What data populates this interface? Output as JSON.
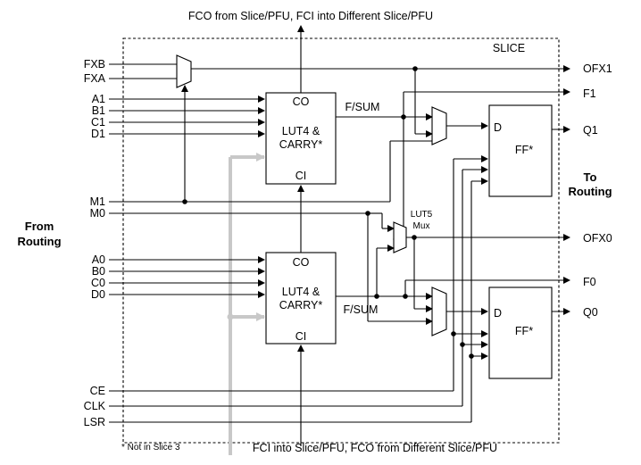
{
  "top_label": "FCO from Slice/PFU, FCI into Different Slice/PFU",
  "bottom_label": "FCI into Slice/PFU, FCO from Different Slice/PFU",
  "slice_label": "SLICE",
  "from_routing": [
    "From",
    "Routing"
  ],
  "to_routing": [
    "To",
    "Routing"
  ],
  "footnote": "* Not in Slice 3",
  "inputs": {
    "fxb": "FXB",
    "fxa": "FXA",
    "a1": "A1",
    "b1": "B1",
    "c1": "C1",
    "d1": "D1",
    "m1": "M1",
    "m0": "M0",
    "a0": "A0",
    "b0": "B0",
    "c0": "C0",
    "d0": "D0",
    "ce": "CE",
    "clk": "CLK",
    "lsr": "LSR"
  },
  "outputs": {
    "ofx1": "OFX1",
    "f1": "F1",
    "q1": "Q1",
    "ofx0": "OFX0",
    "f0": "F0",
    "q0": "Q0"
  },
  "lut_top": {
    "co": "CO",
    "line1": "LUT4 &",
    "line2": "CARRY*",
    "ci": "CI",
    "fsum": "F/SUM"
  },
  "lut_bottom": {
    "co": "CO",
    "line1": "LUT4 &",
    "line2": "CARRY*",
    "ci": "CI",
    "fsum": "F/SUM"
  },
  "ff_top": {
    "d": "D",
    "label": "FF*"
  },
  "ff_bottom": {
    "d": "D",
    "label": "FF*"
  },
  "lut5_mux": [
    "LUT5",
    "Mux"
  ]
}
